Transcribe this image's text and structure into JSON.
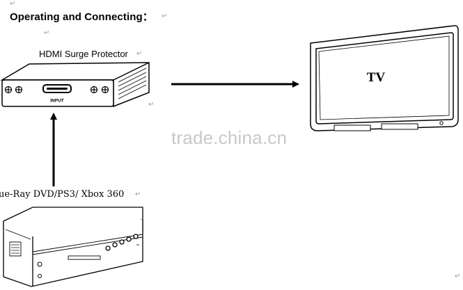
{
  "heading": "Operating and Connecting：",
  "device": {
    "label": "HDMI Surge Protector",
    "port_label": "INPUT"
  },
  "display": {
    "label": "TV"
  },
  "source": {
    "label": "ue-Ray DVD/PS3/ Xbox 360"
  },
  "watermark": "trade.china.cn",
  "paragraph_mark": "↵"
}
